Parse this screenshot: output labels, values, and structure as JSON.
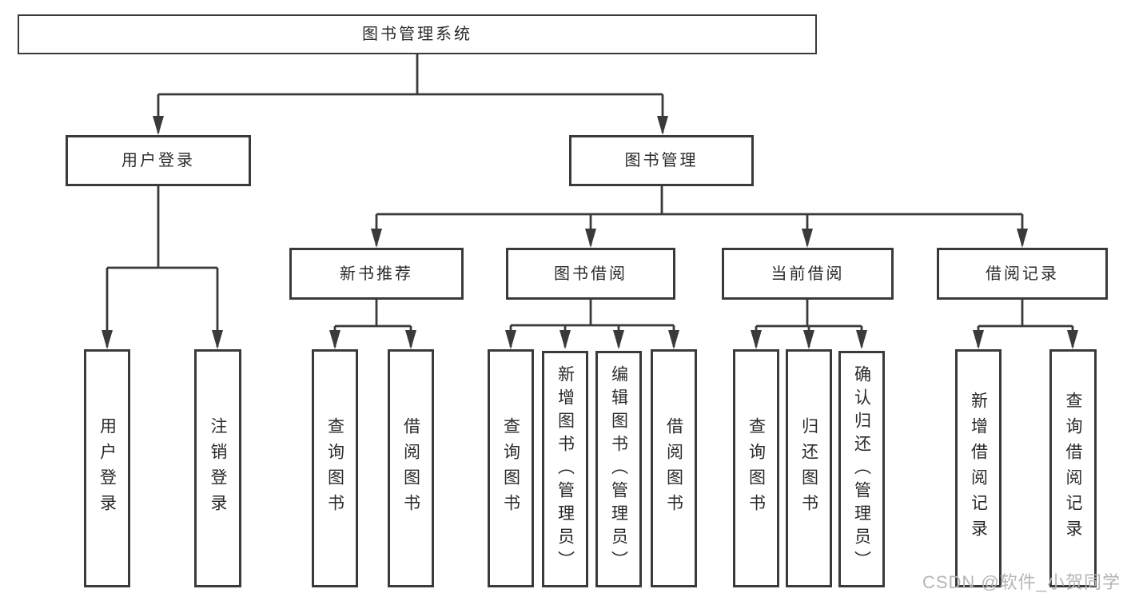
{
  "colors": {
    "line": "#3a3a3a",
    "text": "#2a2a2a",
    "watermark": "#b5b5b5",
    "background": "#ffffff"
  },
  "watermark": "CSDN @软件_小贺同学",
  "diagram": {
    "type": "hierarchy-tree",
    "root": {
      "label": "图书管理系统"
    },
    "level2": [
      {
        "label": "用户登录",
        "parent": "图书管理系统"
      },
      {
        "label": "图书管理",
        "parent": "图书管理系统"
      }
    ],
    "level3": [
      {
        "label": "新书推荐",
        "parent": "图书管理"
      },
      {
        "label": "图书借阅",
        "parent": "图书管理"
      },
      {
        "label": "当前借阅",
        "parent": "图书管理"
      },
      {
        "label": "借阅记录",
        "parent": "图书管理"
      }
    ],
    "leaves": [
      {
        "label": "用户登录",
        "parent": "用户登录"
      },
      {
        "label": "注销登录",
        "parent": "用户登录"
      },
      {
        "label": "查询图书",
        "parent": "新书推荐"
      },
      {
        "label": "借阅图书",
        "parent": "新书推荐"
      },
      {
        "label": "查询图书",
        "parent": "图书借阅"
      },
      {
        "label": "新增图书（管理员）",
        "parent": "图书借阅"
      },
      {
        "label": "编辑图书（管理员）",
        "parent": "图书借阅"
      },
      {
        "label": "借阅图书",
        "parent": "图书借阅"
      },
      {
        "label": "查询图书",
        "parent": "当前借阅"
      },
      {
        "label": "归还图书",
        "parent": "当前借阅"
      },
      {
        "label": "确认归还（管理员）",
        "parent": "当前借阅"
      },
      {
        "label": "新增借阅记录",
        "parent": "借阅记录"
      },
      {
        "label": "查询借阅记录",
        "parent": "借阅记录"
      }
    ]
  }
}
